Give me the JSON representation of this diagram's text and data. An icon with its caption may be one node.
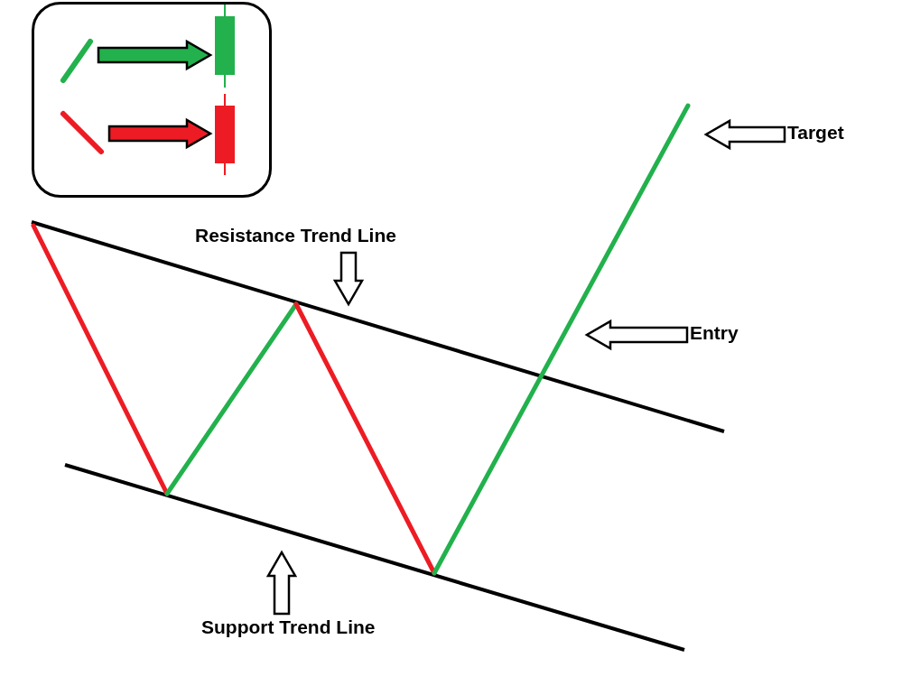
{
  "diagram": {
    "nodes": [
      {
        "text": [],
        "shape": "box"
      },
      {
        "text": [],
        "shape": "picture",
        "in": 0
      },
      {
        "text": [],
        "shape": "bar",
        "in": 0
      },
      {
        "text": [],
        "shape": "picture",
        "in": 0
      },
      {
        "text": [],
        "shape": "bar",
        "in": 0
      },
      {
        "text": [
          "Target"
        ]
      },
      {
        "text": [
          "Resistance Trend Line"
        ]
      },
      {
        "text": [
          "Entry"
        ]
      },
      {
        "text": [
          "Support Trend Line"
        ]
      }
    ],
    "edges": [
      {
        "from": 1,
        "to": 2,
        "arrow": "to",
        "color": "#22b14c"
      },
      {
        "from": 3,
        "to": 4,
        "arrow": "to",
        "color": "#ed1c24"
      },
      {
        "from": 5,
        "to": null,
        "arrow": "to"
      },
      {
        "from": 6,
        "to": null,
        "arrow": "to"
      },
      {
        "from": 7,
        "to": null,
        "arrow": "to"
      },
      {
        "from": 8,
        "to": null,
        "arrow": "to"
      }
    ]
  }
}
